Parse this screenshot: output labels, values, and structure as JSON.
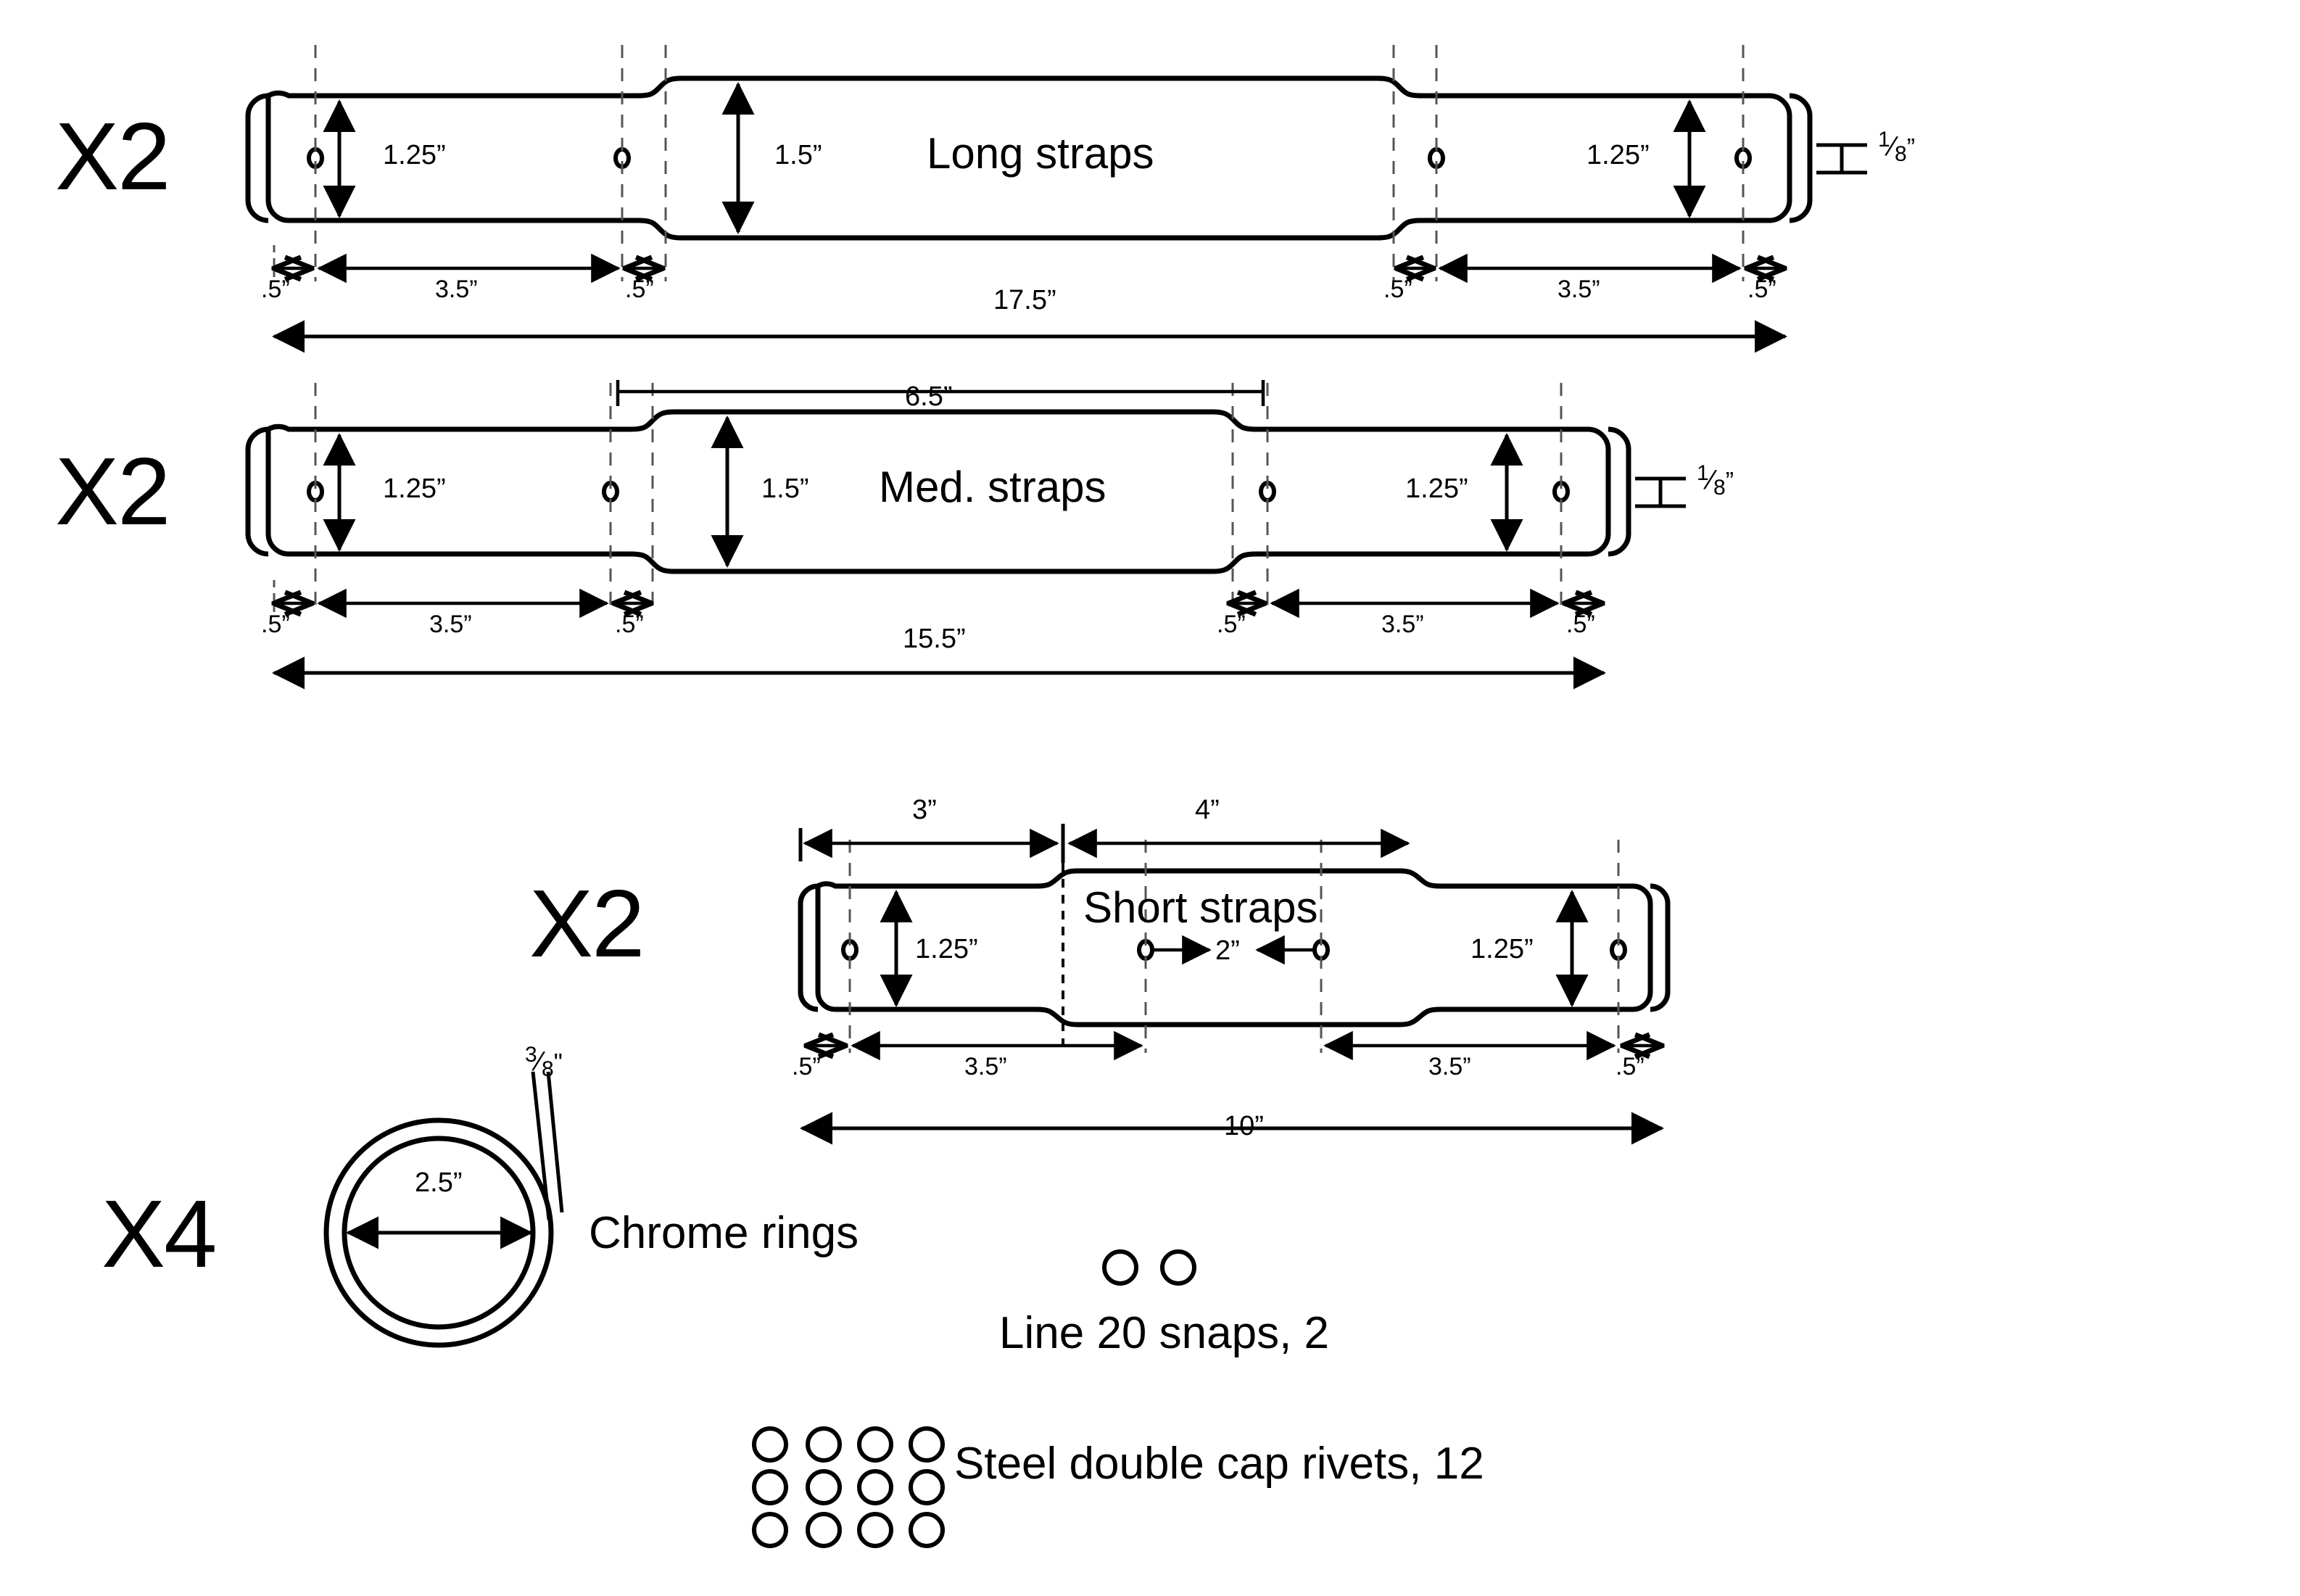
{
  "drawing": {
    "title_hidden": "",
    "units": "inches"
  },
  "parts": [
    {
      "id": "long-straps",
      "qty_label": "X2",
      "name": "Long straps",
      "end_width": "1.25”",
      "center_width": "1.5”",
      "thickness": {
        "numerator": "1",
        "denominator": "8",
        "unit": "”"
      },
      "overall_length": "17.5”",
      "left_dims": [
        ".5”",
        "3.5”",
        ".5”"
      ],
      "right_dims": [
        ".5”",
        "3.5”",
        ".5”"
      ],
      "left_width_label": "1.25”",
      "right_width_label": "1.25”"
    },
    {
      "id": "med-straps",
      "qty_label": "X2",
      "name": "Med. straps",
      "end_width": "1.25”",
      "center_width": "1.5”",
      "center_length": "6.5”",
      "thickness": {
        "numerator": "1",
        "denominator": "8",
        "unit": "”"
      },
      "overall_length": "15.5”",
      "left_dims": [
        ".5”",
        "3.5”",
        ".5”"
      ],
      "right_dims": [
        ".5”",
        "3.5”",
        ".5”"
      ],
      "left_width_label": "1.25”",
      "right_width_label": "1.25”"
    },
    {
      "id": "short-straps",
      "qty_label": "X2",
      "name": "Short straps",
      "end_width": "1.25”",
      "top_dims": [
        "3”",
        "4”"
      ],
      "snap_spacing": "2”",
      "overall_length": "10”",
      "left_dims": [
        ".5”",
        "3.5”"
      ],
      "right_dims": [
        "3.5”",
        ".5”"
      ],
      "left_width_label": "1.25”",
      "right_width_label": "1.25”"
    }
  ],
  "hardware": [
    {
      "id": "chrome-rings",
      "qty_label": "X4",
      "name": "Chrome rings",
      "inner_diameter": "2.5”",
      "stock_thickness": {
        "numerator": "3",
        "denominator": "8",
        "unit": "\""
      }
    },
    {
      "id": "line-20-snaps",
      "name": "Line  20 snaps, 2",
      "count": 2
    },
    {
      "id": "steel-rivets",
      "name": "Steel double cap rivets, 12",
      "count": 12
    }
  ],
  "colors": {
    "line": "#000000",
    "background": "#ffffff",
    "dashed": "#555555"
  }
}
